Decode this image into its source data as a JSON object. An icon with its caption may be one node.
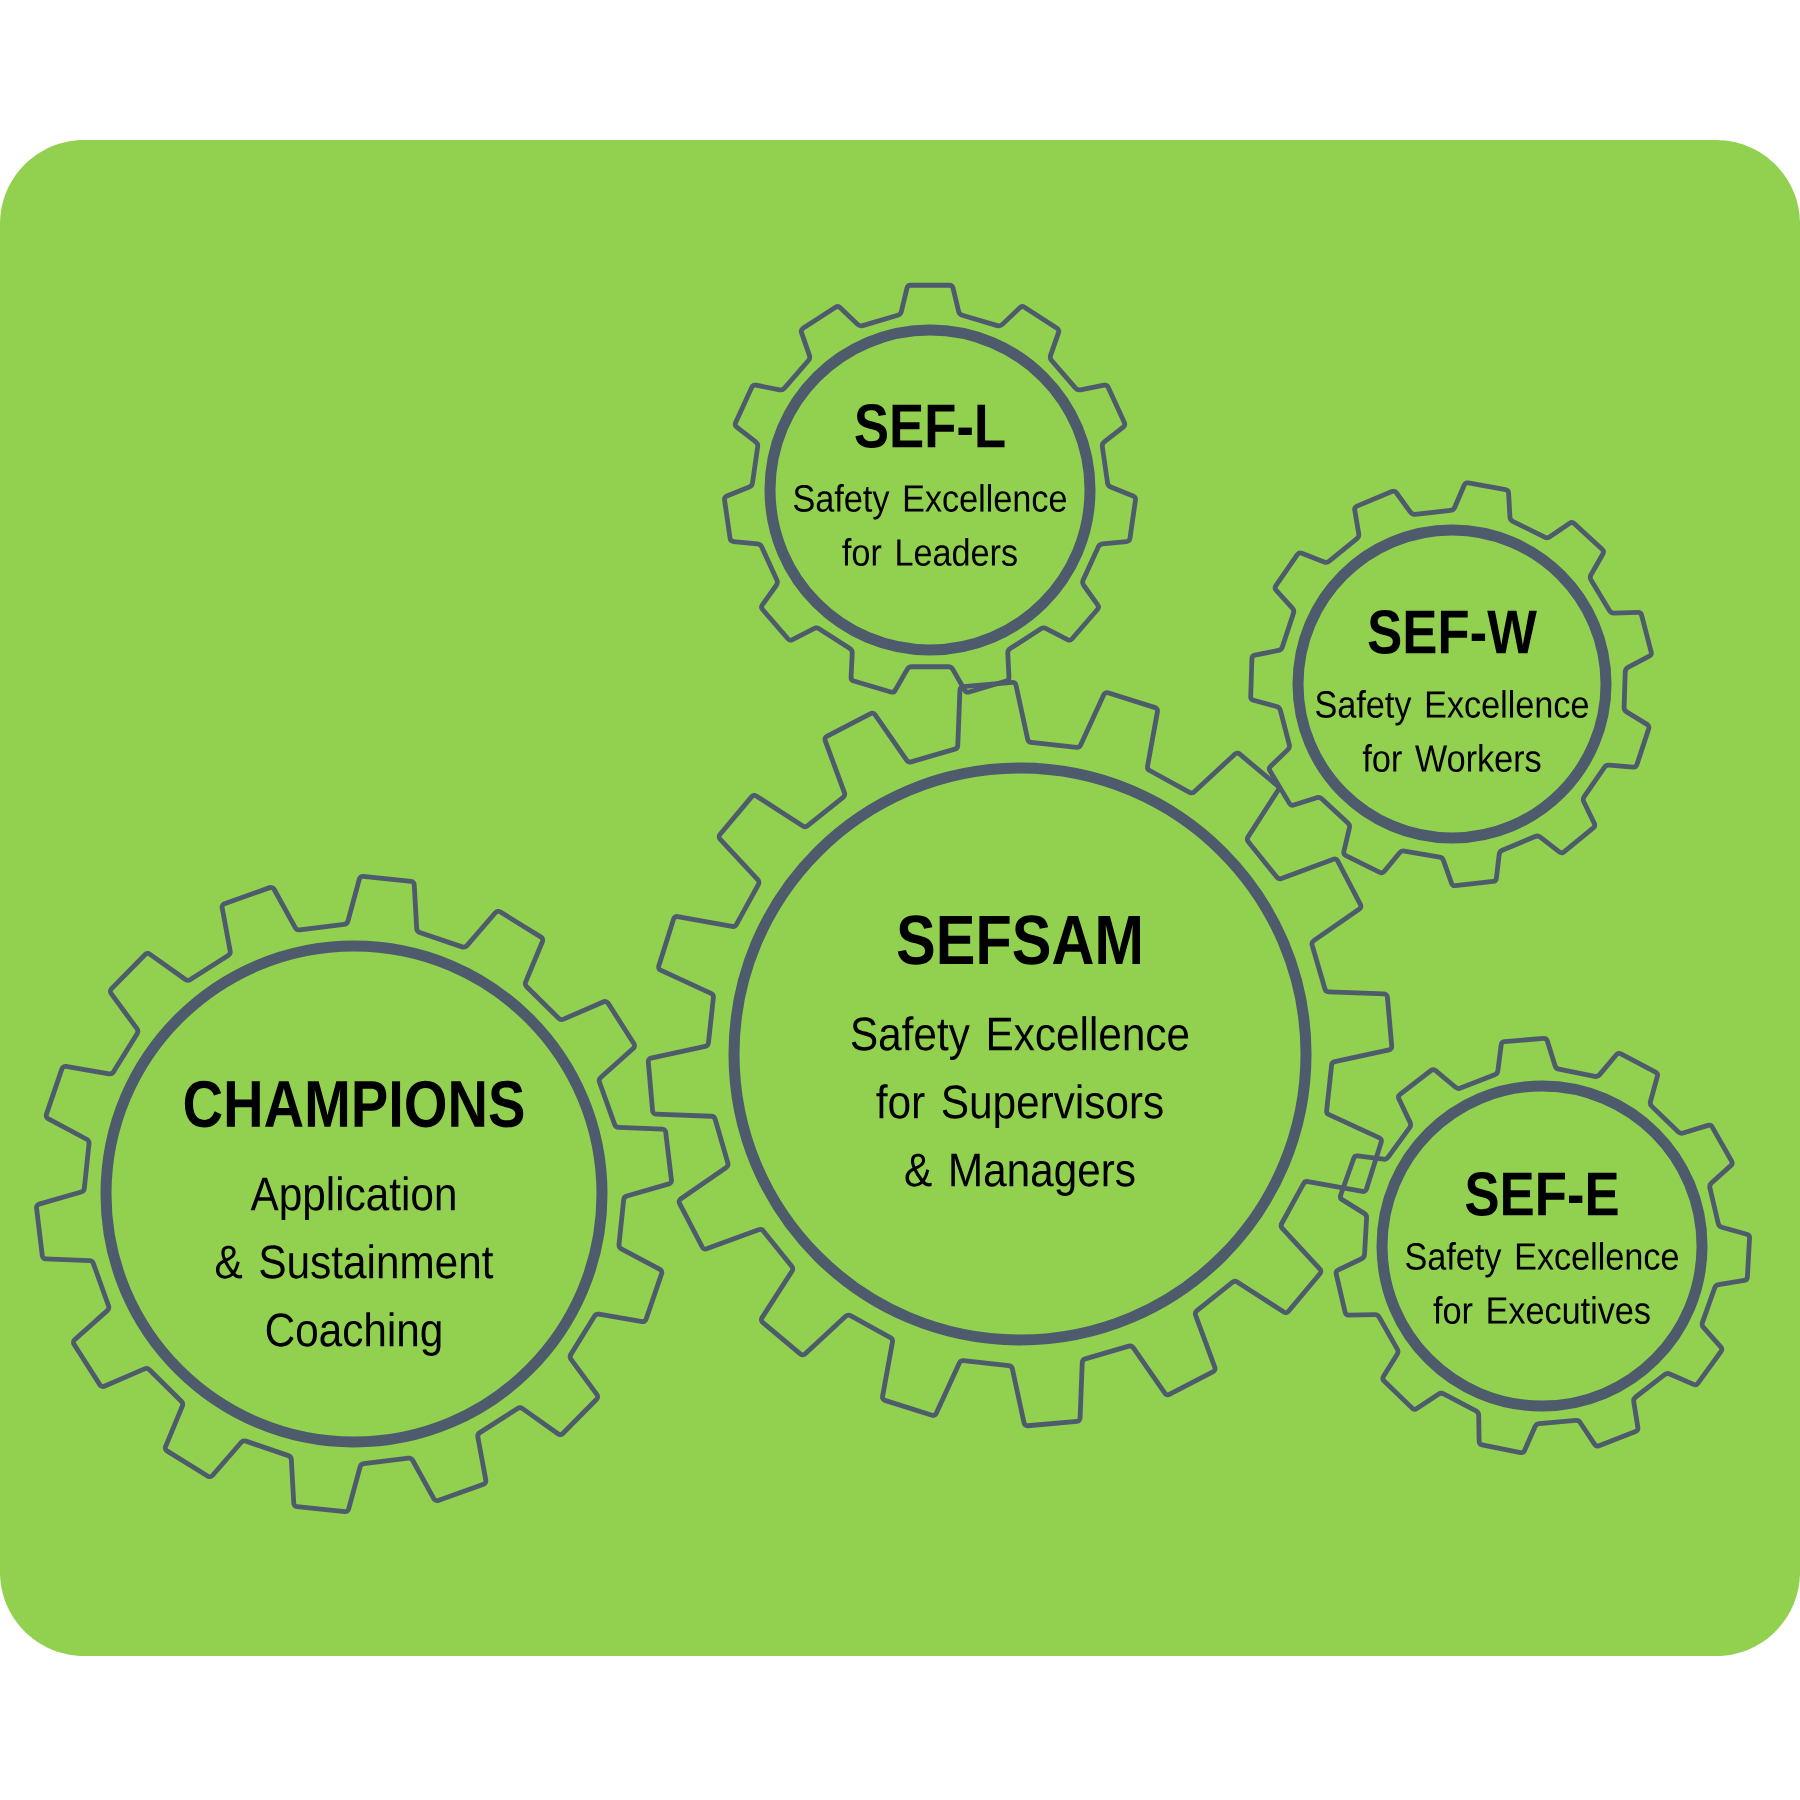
{
  "diagram": {
    "nodes": [
      {
        "text": [
          "SEF-L",
          "Safety Excellence for Leaders"
        ]
      },
      {
        "text": [
          "SEF-W",
          "Safety Excellence for Workers"
        ]
      },
      {
        "text": [
          "SEFSAM",
          "Safety Excellence for Supervisors & Managers"
        ]
      },
      {
        "text": [
          "CHAMPIONS",
          "Application & Sustainment Coaching"
        ]
      },
      {
        "text": [
          "SEF-E",
          "Safety Excellence for Executives"
        ]
      }
    ]
  }
}
